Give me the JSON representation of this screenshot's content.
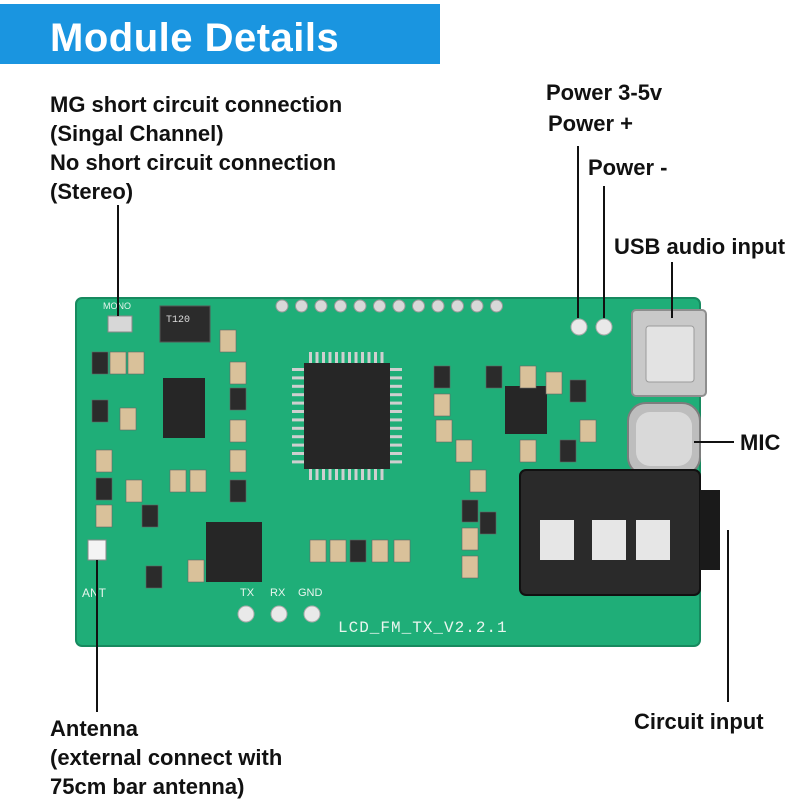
{
  "title": "Module Details",
  "colors": {
    "banner": "#1a95e0",
    "pcb": "#1fae78",
    "pcb_edge": "#178a5f",
    "silk": "#e8f5ee",
    "chip": "#262626",
    "pad": "#d7d7d7"
  },
  "labels": {
    "mg_short": [
      "MG short circuit connection",
      "(Singal Channel)",
      "No short circuit connection",
      "(Stereo)"
    ],
    "power_35v": "Power 3-5v",
    "power_plus": "Power +",
    "power_minus": "Power -",
    "usb_audio": "USB audio input",
    "mic": "MIC",
    "circuit_input": "Circuit input",
    "antenna": [
      "Antenna",
      "(external connect with",
      "75cm bar antenna)"
    ]
  },
  "board": {
    "silkscreen": "LCD_FM_TX_V2.2.1",
    "pin_tx": "TX",
    "pin_rx": "RX",
    "pin_gnd": "GND",
    "ant": "ANT",
    "mono": "MONO",
    "inductor": "T120"
  }
}
